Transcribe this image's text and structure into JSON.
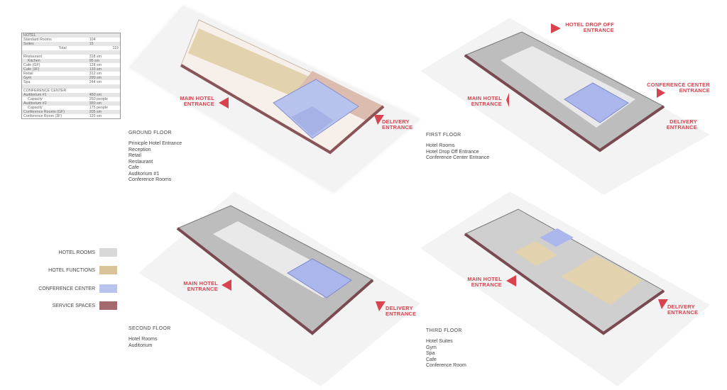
{
  "spec_table": {
    "hotel_header": "HOTEL",
    "hotel_rows": [
      {
        "label": "Standard Rooms",
        "value": "104"
      },
      {
        "label": "Suites",
        "value": "15"
      }
    ],
    "total_label": "Total",
    "total_value": "119",
    "amenity_rows": [
      {
        "label": "Restaurant",
        "value": "318 sm"
      },
      {
        "label": "Kitchen",
        "value": "95  sm"
      },
      {
        "label": "Cafe (GF)",
        "value": "128 sm"
      },
      {
        "label": "Cafe (3F)",
        "value": "133 sm"
      },
      {
        "label": "Retail",
        "value": "312 sm"
      },
      {
        "label": "Gym",
        "value": "290 sm"
      },
      {
        "label": "Spa",
        "value": "244 sm"
      }
    ],
    "conference_header": "CONFERENCE CENTER",
    "conference_rows": [
      {
        "label": "Auditorium #1",
        "value": "450 sm"
      },
      {
        "label": "Capacity",
        "value": "250 people"
      },
      {
        "label": "Auditorium #2",
        "value": "350 sm"
      },
      {
        "label": "Capacity",
        "value": "175 people"
      },
      {
        "label": "Conference Rooms (GF)",
        "value": "205 sm"
      },
      {
        "label": "Conference Room (3F)",
        "value": "120 sm"
      }
    ]
  },
  "legend": [
    {
      "label": "HOTEL ROOMS",
      "color": "#d8d8d8"
    },
    {
      "label": "HOTEL FUNCTIONS",
      "color": "#d9c49a"
    },
    {
      "label": "CONFERENCE CENTER",
      "color": "#b8c4ee"
    },
    {
      "label": "SERVICE SPACES",
      "color": "#a46a6e"
    }
  ],
  "floors": {
    "ground": {
      "title": "GROUND FLOOR",
      "items": [
        "Prinicple Hotel Entrance",
        "Reception",
        "Retail",
        "Restaurant",
        "Cafe",
        "Auditorium #1",
        "Conference Rooms"
      ],
      "entrances": {
        "main": [
          "MAIN HOTEL",
          "ENTRANCE"
        ],
        "delivery": [
          "DELIVERY",
          "ENTRANCE"
        ]
      }
    },
    "first": {
      "title": "FIRST FLOOR",
      "items": [
        "Hotel Rooms",
        "Hotel Drop Off Entrance",
        "Conference Center Entrance"
      ],
      "entrances": {
        "dropoff": [
          "HOTEL DROP OFF",
          "ENTRANCE"
        ],
        "conference": [
          "CONFERENCE CENTER",
          "ENTRANCE"
        ],
        "main": [
          "MAIN HOTEL",
          "ENTRANCE"
        ],
        "delivery": [
          "DELIVERY",
          "ENTRANCE"
        ]
      }
    },
    "second": {
      "title": "SECOND FLOOR",
      "items": [
        "Hotel Rooms",
        "Auditorium"
      ],
      "entrances": {
        "main": [
          "MAIN HOTEL",
          "ENTRANCE"
        ],
        "delivery": [
          "DELIVERY",
          "ENTRANCE"
        ]
      }
    },
    "third": {
      "title": "THIRD FLOOR",
      "items": [
        "Hotel Suites",
        "Gym",
        "Spa",
        "Cafe",
        "Conference Room"
      ],
      "entrances": {
        "main": [
          "MAIN HOTEL",
          "ENTRANCE"
        ],
        "delivery": [
          "DELIVERY",
          "ENTRANCE"
        ]
      }
    }
  },
  "colors": {
    "entrance_red": "#d9434f",
    "plate": "#f1f1f1"
  }
}
